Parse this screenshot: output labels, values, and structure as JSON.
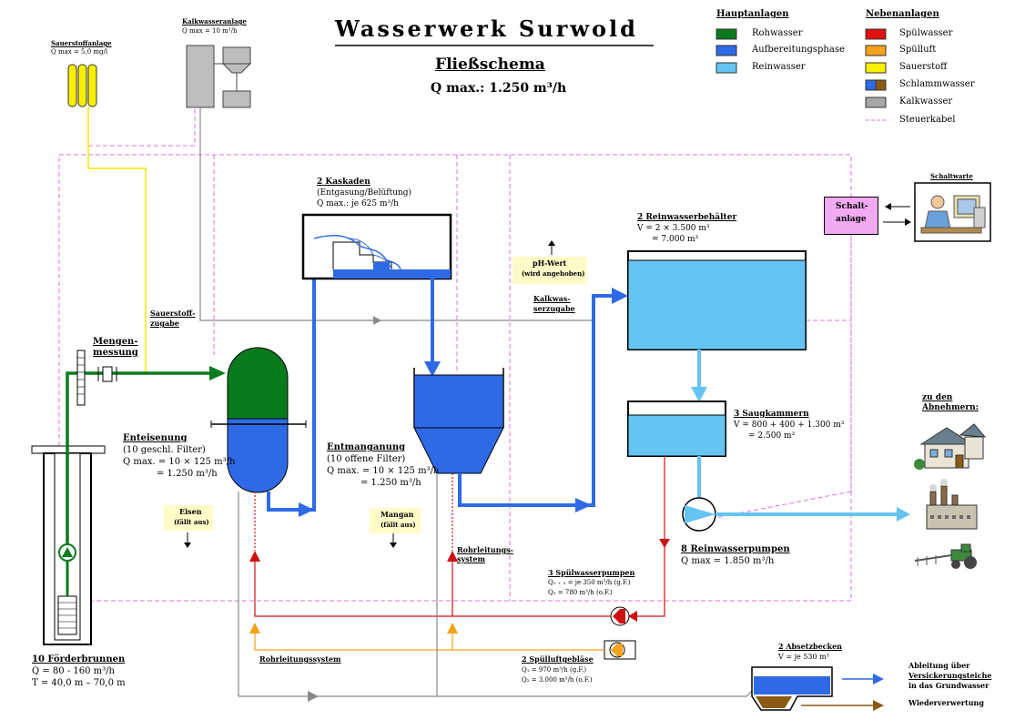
{
  "title": "Wasserwerk Surwold",
  "subtitle": "Fließschema",
  "qmax": "Q max.: 1.250 m³/h",
  "legend": {
    "main_header": "Hauptanlagen",
    "side_header": "Nebenanlagen",
    "main_items": [
      {
        "label": "Rohwasser",
        "color": "#0a7a1e"
      },
      {
        "label": "Aufbereitungsphase",
        "color": "#2f6ae6"
      },
      {
        "label": "Reinwasser",
        "color": "#66c4f2"
      }
    ],
    "side_items": [
      {
        "label": "Spülwasser",
        "color": "#e01010"
      },
      {
        "label": "Spülluft",
        "color": "#f5a21a"
      },
      {
        "label": "Sauerstoff",
        "color": "#f8f000"
      },
      {
        "label": "Schlammwasser",
        "color": "#2f6ae6",
        "color2": "#8b5a14"
      },
      {
        "label": "Kalkwasser",
        "color": "#a6a6a6"
      },
      {
        "label": "Steuerkabel",
        "color": "#e070e0"
      }
    ]
  },
  "sauerstoff": {
    "title": "Sauerstoffanlage",
    "q": "Q max = 5,0 mg/l"
  },
  "kalkwasser": {
    "title": "Kalkwasseranlage",
    "q": "Q max = 10 m³/h"
  },
  "kaskaden": {
    "title": "2 Kaskaden",
    "sub": "(Entgasung/Belüftung)",
    "q": "Q max.: je 625 m³/h"
  },
  "reinwasserbehaelter": {
    "title": "2 Reinwasserbehälter",
    "v1": "V  = 2 × 3.500 m³",
    "v2": "= 7.000 m³"
  },
  "schaltwarte": {
    "title": "Schaltwarte",
    "anlage1": "Schalt-",
    "anlage2": "anlage"
  },
  "ph": {
    "l1": "pH-Wert",
    "l2": "(wird angehoben)"
  },
  "kalkzugabe": {
    "l1": "Kalkwas-",
    "l2": "serzugabe"
  },
  "sauerstoffzugabe": {
    "l1": "Sauerstoff-",
    "l2": "zugabe"
  },
  "mengenmessung": {
    "l1": "Mengen-",
    "l2": "messung"
  },
  "enteisenung": {
    "title": "Enteisenung",
    "sub": "(10 geschl. Filter)",
    "q1": "Q max. = 10 × 125 m³/h",
    "q2": "= 1.250 m³/h"
  },
  "entmanganung": {
    "title": "Entmanganung",
    "sub": "(10 offene Filter)",
    "q1": "Q max. = 10 × 125 m³/h",
    "q2": "= 1.250 m³/h"
  },
  "saugkammern": {
    "title": "3 Saugkammern",
    "v1": "V    = 800 + 400 + 1.300 m³",
    "v2": "= 2.500 m³"
  },
  "abnehmer": {
    "l1": "zu den",
    "l2": "Abnehmern:"
  },
  "eisen": {
    "l1": "Eisen",
    "l2": "(fällt aus)"
  },
  "mangan": {
    "l1": "Mangan",
    "l2": "(fällt aus)"
  },
  "rohrleitung1": {
    "l1": "Rohrleitungs-",
    "l2": "system"
  },
  "rohrleitung2": "Rohrleitungssystem",
  "reinwasserpumpen": {
    "title": "8 Reinwasserpumpen",
    "q": "Q max = 1.850 m³/h"
  },
  "spuelwasserpumpen": {
    "title": "3 Spülwasserpumpen",
    "q1": "Q₁ ₊ ₂ = je 350 m³/h (g.F.)",
    "q2": "Q₃ = 780 m³/h (o.F.)"
  },
  "spuelluftgeblaese": {
    "title": "2 Spülluftgebläse",
    "q1": "Q₁ = 970 m³/h (g.F.)",
    "q2": "Q₂ = 3.000 m³/h (o.F.)"
  },
  "foerderbrunnen": {
    "title": "10 Förderbrunnen",
    "q": "Q = 80 - 160 m³/h",
    "t": "T = 40,0 m – 70,0 m"
  },
  "absetzbecken": {
    "title": "2 Absetzbecken",
    "v": "V = je 530 m³"
  },
  "ableitung": {
    "l1": "Ableitung über",
    "l2": "Versickerungsteiche",
    "l3": "in das Grundwasser"
  },
  "wiederverwertung": "Wiederverwertung"
}
